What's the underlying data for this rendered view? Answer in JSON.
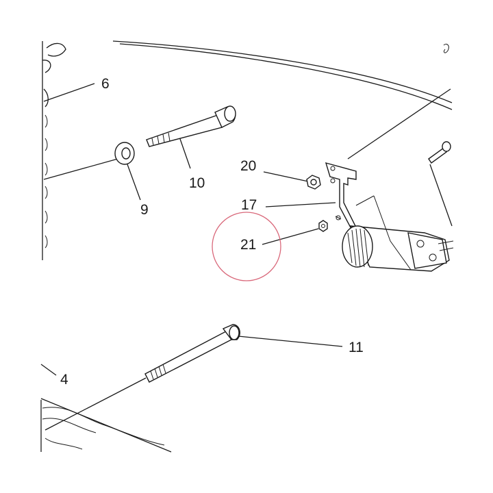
{
  "callouts": {
    "c6": "6",
    "c9": "9",
    "c10": "10",
    "c20": "20",
    "c17": "17",
    "c21": "21",
    "c11": "11",
    "c4": "4"
  },
  "highlight": {
    "target": "21",
    "color": "#d9687a"
  },
  "colors": {
    "ink": "#1a1a1a",
    "background": "#ffffff"
  }
}
